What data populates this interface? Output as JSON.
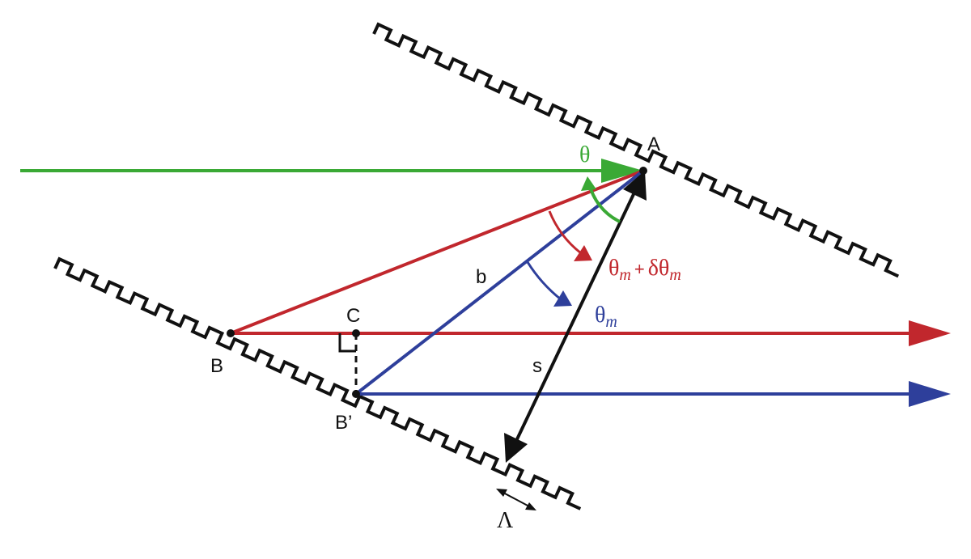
{
  "labels": {
    "A": "A",
    "B": "B",
    "B_prime": "B’",
    "C": "C",
    "b": "b",
    "s": "s",
    "Lambda": "Λ"
  },
  "angles": {
    "theta": "θ",
    "theta_m_symbol": "θ",
    "theta_m_sub": "m",
    "delta_theta_main": "θ",
    "delta_theta_sub": "m",
    "delta_theta_plus": "+",
    "delta_theta_delta": "δθ",
    "delta_theta_sub2": "m"
  },
  "colors": {
    "green": "#3aa935",
    "red": "#c1272d",
    "blue": "#2e3f9b",
    "black": "#111111"
  }
}
